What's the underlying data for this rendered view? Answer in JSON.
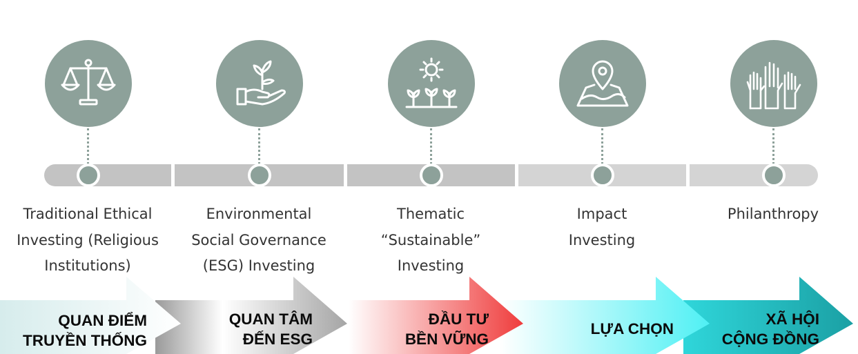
{
  "stages": [
    {
      "label": "Traditional Ethical\nInvesting (Religious\nInstitutions)",
      "icon": "scales-icon"
    },
    {
      "label": "Environmental\nSocial Governance\n(ESG) Investing",
      "icon": "hand-sprout-icon"
    },
    {
      "label": "Thematic\n“Sustainable”\nInvesting",
      "icon": "sun-plants-icon"
    },
    {
      "label": "Impact\nInvesting",
      "icon": "map-pin-icon"
    },
    {
      "label": "Philanthropy",
      "icon": "raised-hands-icon"
    }
  ],
  "arrows": [
    {
      "text": "QUAN ĐIỂM\nTRUYỀN THỐNG",
      "color": "#dceaea"
    },
    {
      "text": "QUAN TÂM\nĐẾN ESG",
      "color": "#b3b3b3"
    },
    {
      "text": "ĐẦU TƯ\nBỀN VỮNG",
      "color": "#f14a4a"
    },
    {
      "text": "LỰA CHỌN",
      "color": "#66eef2"
    },
    {
      "text": "XÃ HỘI\nCỘNG ĐỒNG",
      "color": "#17a8ac"
    }
  ],
  "colors": {
    "icon_circle": "#8da19a",
    "timeline_bar": "#c3c3c3"
  }
}
